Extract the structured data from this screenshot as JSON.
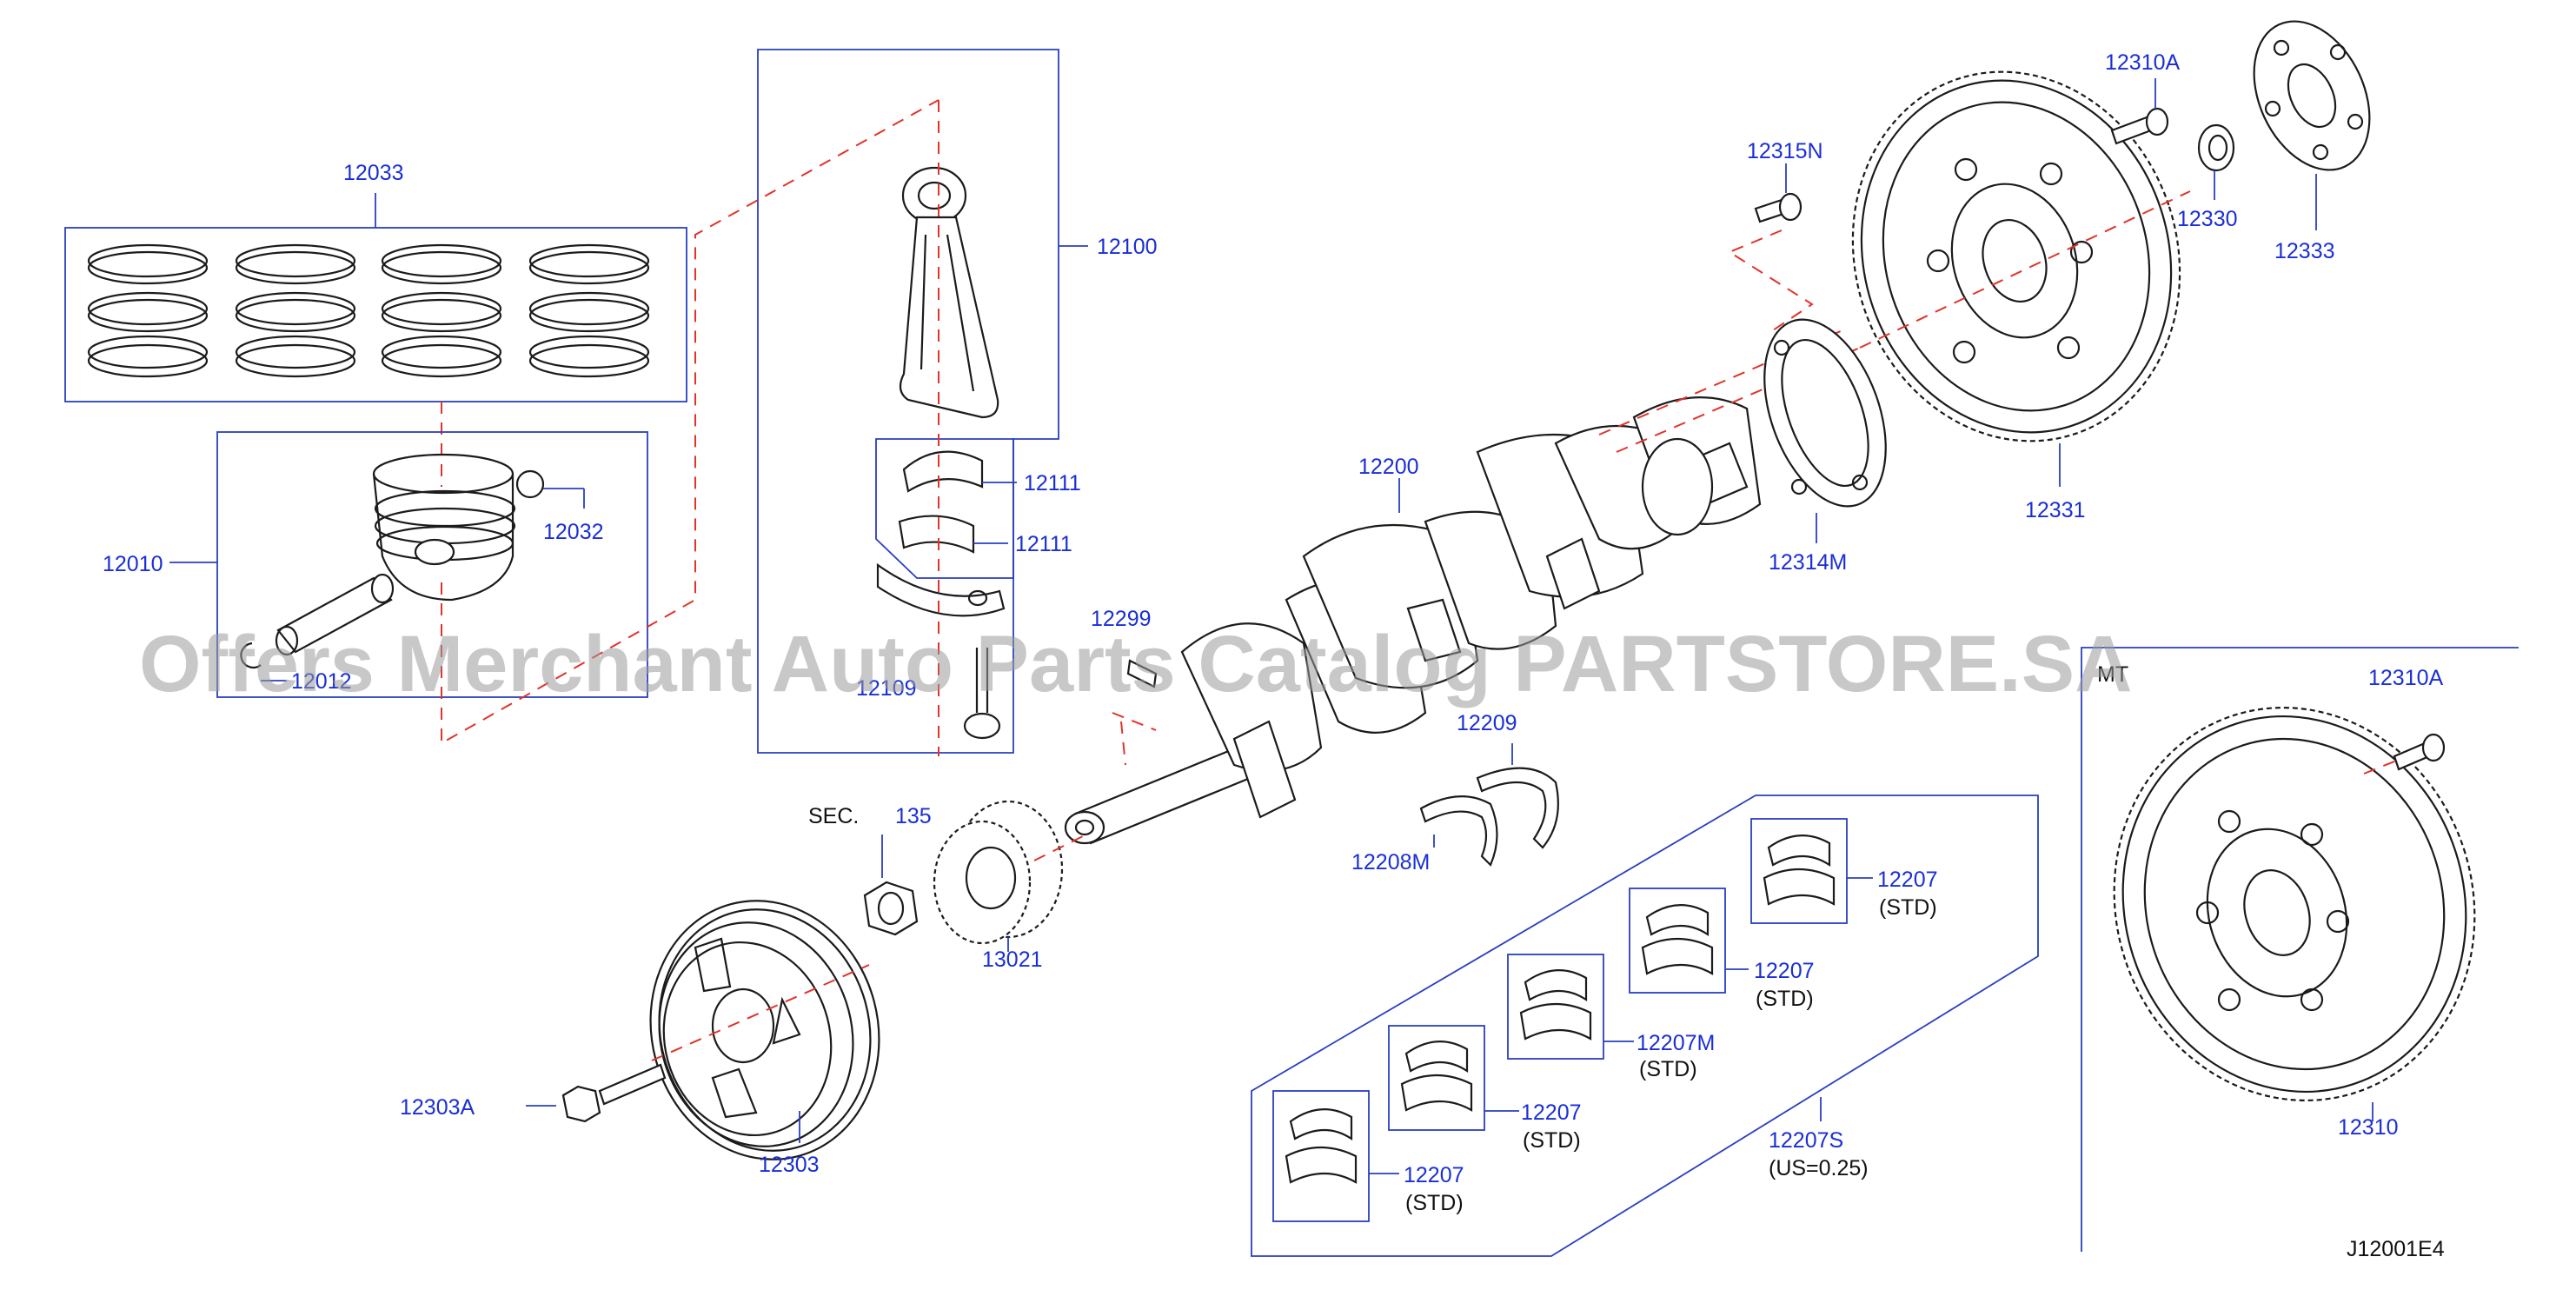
{
  "labels": {
    "l12033": "12033",
    "l12010": "12010",
    "l12032": "12032",
    "l12012": "12012",
    "l12100": "12100",
    "l12111a": "12111",
    "l12111b": "12111",
    "l12109": "12109",
    "l12299": "12299",
    "l12200": "12200",
    "l12209": "12209",
    "l12208M": "12208M",
    "l12314M": "12314M",
    "l12315N": "12315N",
    "l12310A": "12310A",
    "l12330": "12330",
    "l12333": "12333",
    "l12331": "12331",
    "l12310Ab": "12310A",
    "l12310": "12310",
    "l13021": "13021",
    "l12303A": "12303A",
    "l12303": "12303",
    "sec_text": "SEC.",
    "sec_num": "135",
    "l12207_1": "12207",
    "s12207_1": "(STD)",
    "l12207_2": "12207",
    "s12207_2": "(STD)",
    "l12207M": "12207M",
    "s12207M": "(STD)",
    "l12207_3": "12207",
    "s12207_3": "(STD)",
    "l12207_4": "12207",
    "s12207_4": "(STD)",
    "l12207S": "12207S",
    "s12207S": "(US=0.25)",
    "mt": "MT",
    "drawing_code": "J12001E4"
  },
  "watermark": "Offers Merchant Auto Parts Catalog PARTSTORE.SA",
  "colors": {
    "label_blue": "#1a2fd6",
    "box_blue": "#2a3fbf",
    "phantom_red": "#e0342a",
    "line_black": "#1b1b1b",
    "watermark_gray": "#9a9a9a"
  }
}
